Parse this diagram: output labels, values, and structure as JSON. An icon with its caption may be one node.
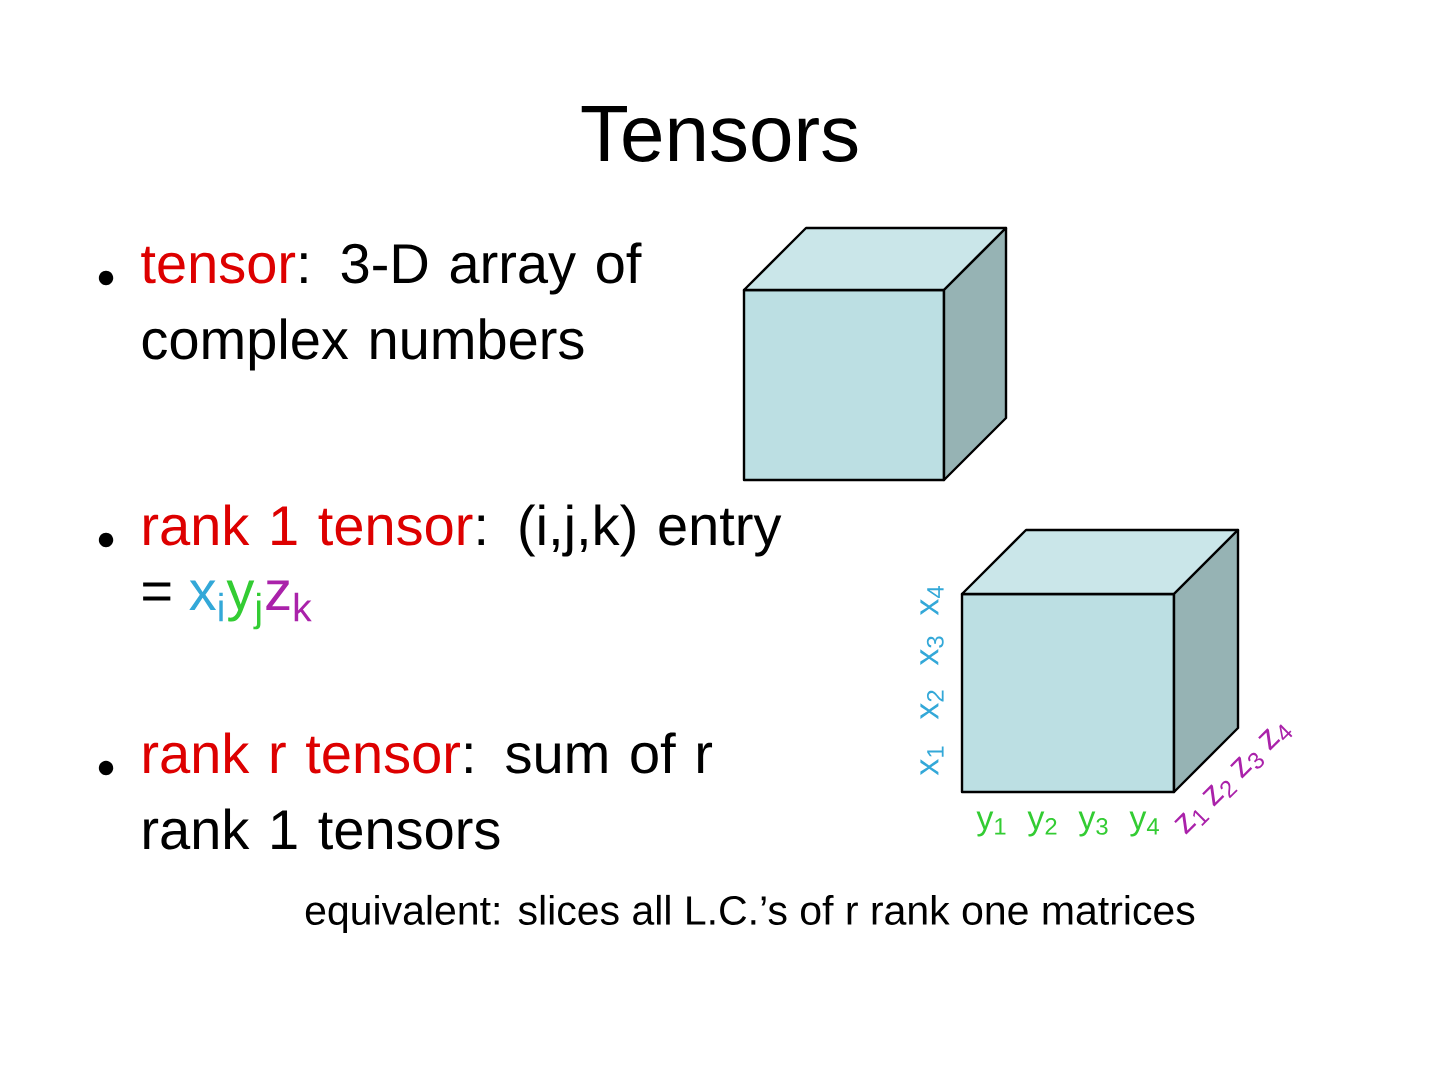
{
  "diagram": {
    "title": "Tensors",
    "labels": [
      "tensor",
      ": 3-D array of complex numbers",
      "rank 1 tensor",
      ": (i,j,k) entry",
      "=",
      "x$_{i}$",
      "y$_{j}$",
      "z$_{k}$",
      "rank r tensor",
      ": sum of r rank 1 tensors",
      "x$_{1}$",
      "x$_{2}$",
      "x$_{3}$",
      "x$_{4}$",
      "y$_{1}$",
      "y$_{2}$",
      "y$_{3}$",
      "y$_{4}$",
      "z$_{1}$",
      "z$_{2}$",
      "z$_{3}$",
      "z$_{4}$",
      "equivalent: slices all L.C.’s of r rank one matrices"
    ]
  }
}
